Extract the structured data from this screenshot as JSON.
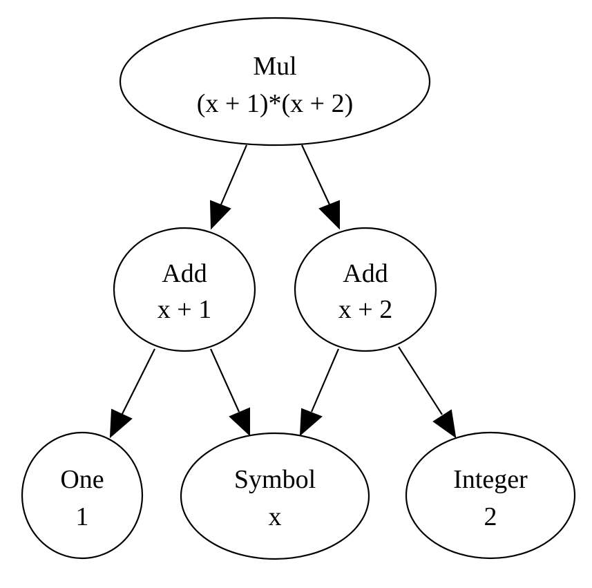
{
  "nodes": {
    "mul": {
      "type": "Mul",
      "expr": "(x + 1)*(x + 2)"
    },
    "add1": {
      "type": "Add",
      "expr": "x + 1"
    },
    "add2": {
      "type": "Add",
      "expr": "x + 2"
    },
    "one": {
      "type": "One",
      "expr": "1"
    },
    "symbol": {
      "type": "Symbol",
      "expr": "x"
    },
    "integer": {
      "type": "Integer",
      "expr": "2"
    }
  },
  "edges": [
    {
      "from": "mul",
      "to": "add1"
    },
    {
      "from": "mul",
      "to": "add2"
    },
    {
      "from": "add1",
      "to": "one"
    },
    {
      "from": "add1",
      "to": "symbol"
    },
    {
      "from": "add2",
      "to": "symbol"
    },
    {
      "from": "add2",
      "to": "integer"
    }
  ],
  "colors": {
    "stroke": "#000000",
    "fill": "#ffffff"
  }
}
